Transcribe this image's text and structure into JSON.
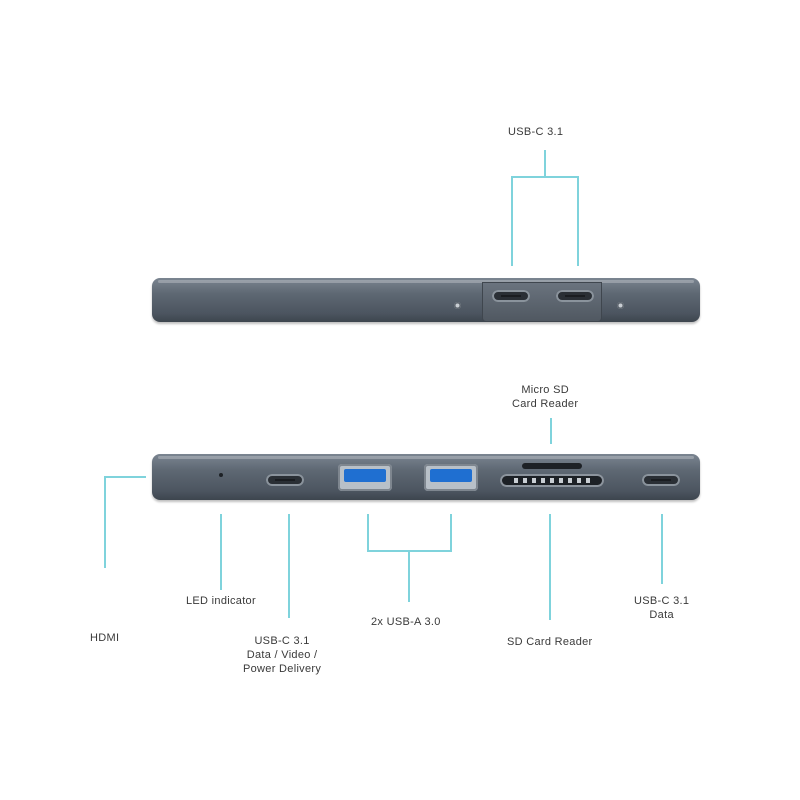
{
  "labels": {
    "top_usbc": "USB-C 3.1",
    "micro_sd_line1": "Micro SD",
    "micro_sd_line2": "Card Reader",
    "hdmi": "HDMI",
    "led": "LED indicator",
    "usbc_pd_line1": "USB-C 3.1",
    "usbc_pd_line2": "Data / Video /",
    "usbc_pd_line3": "Power Delivery",
    "usba": "2x USB-A 3.0",
    "sd": "SD Card Reader",
    "usbc_data_line1": "USB-C 3.1",
    "usbc_data_line2": "Data"
  },
  "colors": {
    "callout_line": "#7fd3dc",
    "device_body": "#5e6873",
    "usb_a_tongue": "#1f6fd1"
  }
}
